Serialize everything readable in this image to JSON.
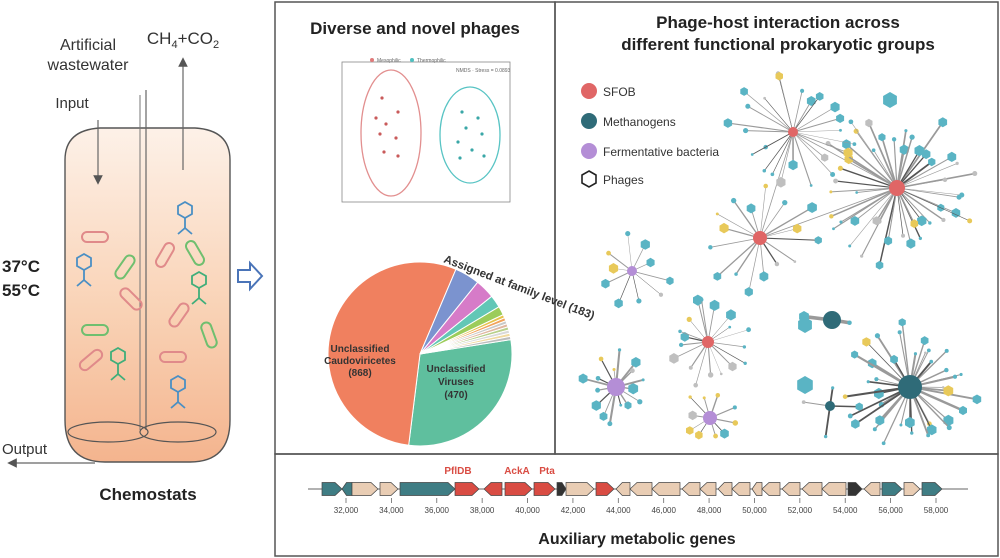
{
  "chemostat": {
    "input_top": "Artificial",
    "input_bottom": "wastewater",
    "input_label": "Input",
    "gas_ch": "CH",
    "gas_sub4": "4",
    "gas_co": "+CO",
    "gas_sub2": "2",
    "temp_1": "37°C",
    "temp_2": "55°C",
    "output_label": "Output",
    "caption": "Chemostats"
  },
  "phages_panel": {
    "title": "Diverse and novel phages",
    "nmds_legend": [
      "Mesophilic",
      "Thermophilic"
    ],
    "nmds_stats": "NMDS · Stress = 0.0893",
    "pie_label_assigned": "Assigned at family level (183)",
    "pie_label_caudo_1": "Unclassified",
    "pie_label_caudo_2": "Caudoviricetes",
    "pie_label_caudo_3": "(868)",
    "pie_label_viruses_1": "Unclassified",
    "pie_label_viruses_2": "Viruses",
    "pie_label_viruses_3": "(470)"
  },
  "network_panel": {
    "title_1": "Phage-host interaction across",
    "title_2": "different functional prokaryotic groups",
    "legend": [
      {
        "label": "SFOB",
        "color": "#e06666"
      },
      {
        "label": "Methanogens",
        "color": "#2f6b78"
      },
      {
        "label": "Fermentative bacteria",
        "color": "#b48ed6"
      },
      {
        "label": "Phages",
        "color": "#ffffff"
      }
    ]
  },
  "genes_panel": {
    "title": "Auxiliary metabolic genes",
    "gene_labels": [
      "PflDB",
      "AckA",
      "Pta"
    ],
    "ticks": [
      "32,000",
      "34,000",
      "36,000",
      "38,000",
      "40,000",
      "42,000",
      "44,000",
      "46,000",
      "48,000",
      "50,000",
      "52,000",
      "54,000",
      "56,000",
      "58,000"
    ]
  },
  "colors": {
    "sfob": "#e06666",
    "methanogen": "#2f6b78",
    "fermentative": "#b48ed6",
    "phage_teal": "#5ab4c4",
    "gene_beige": "#e9cdb4",
    "gene_red": "#d94c43",
    "gene_teal": "#3f7d84",
    "pie_orange": "#f0805f",
    "pie_green": "#5fbf9e",
    "pie_blue": "#7b93cf",
    "pie_pink": "#d67bc8"
  }
}
